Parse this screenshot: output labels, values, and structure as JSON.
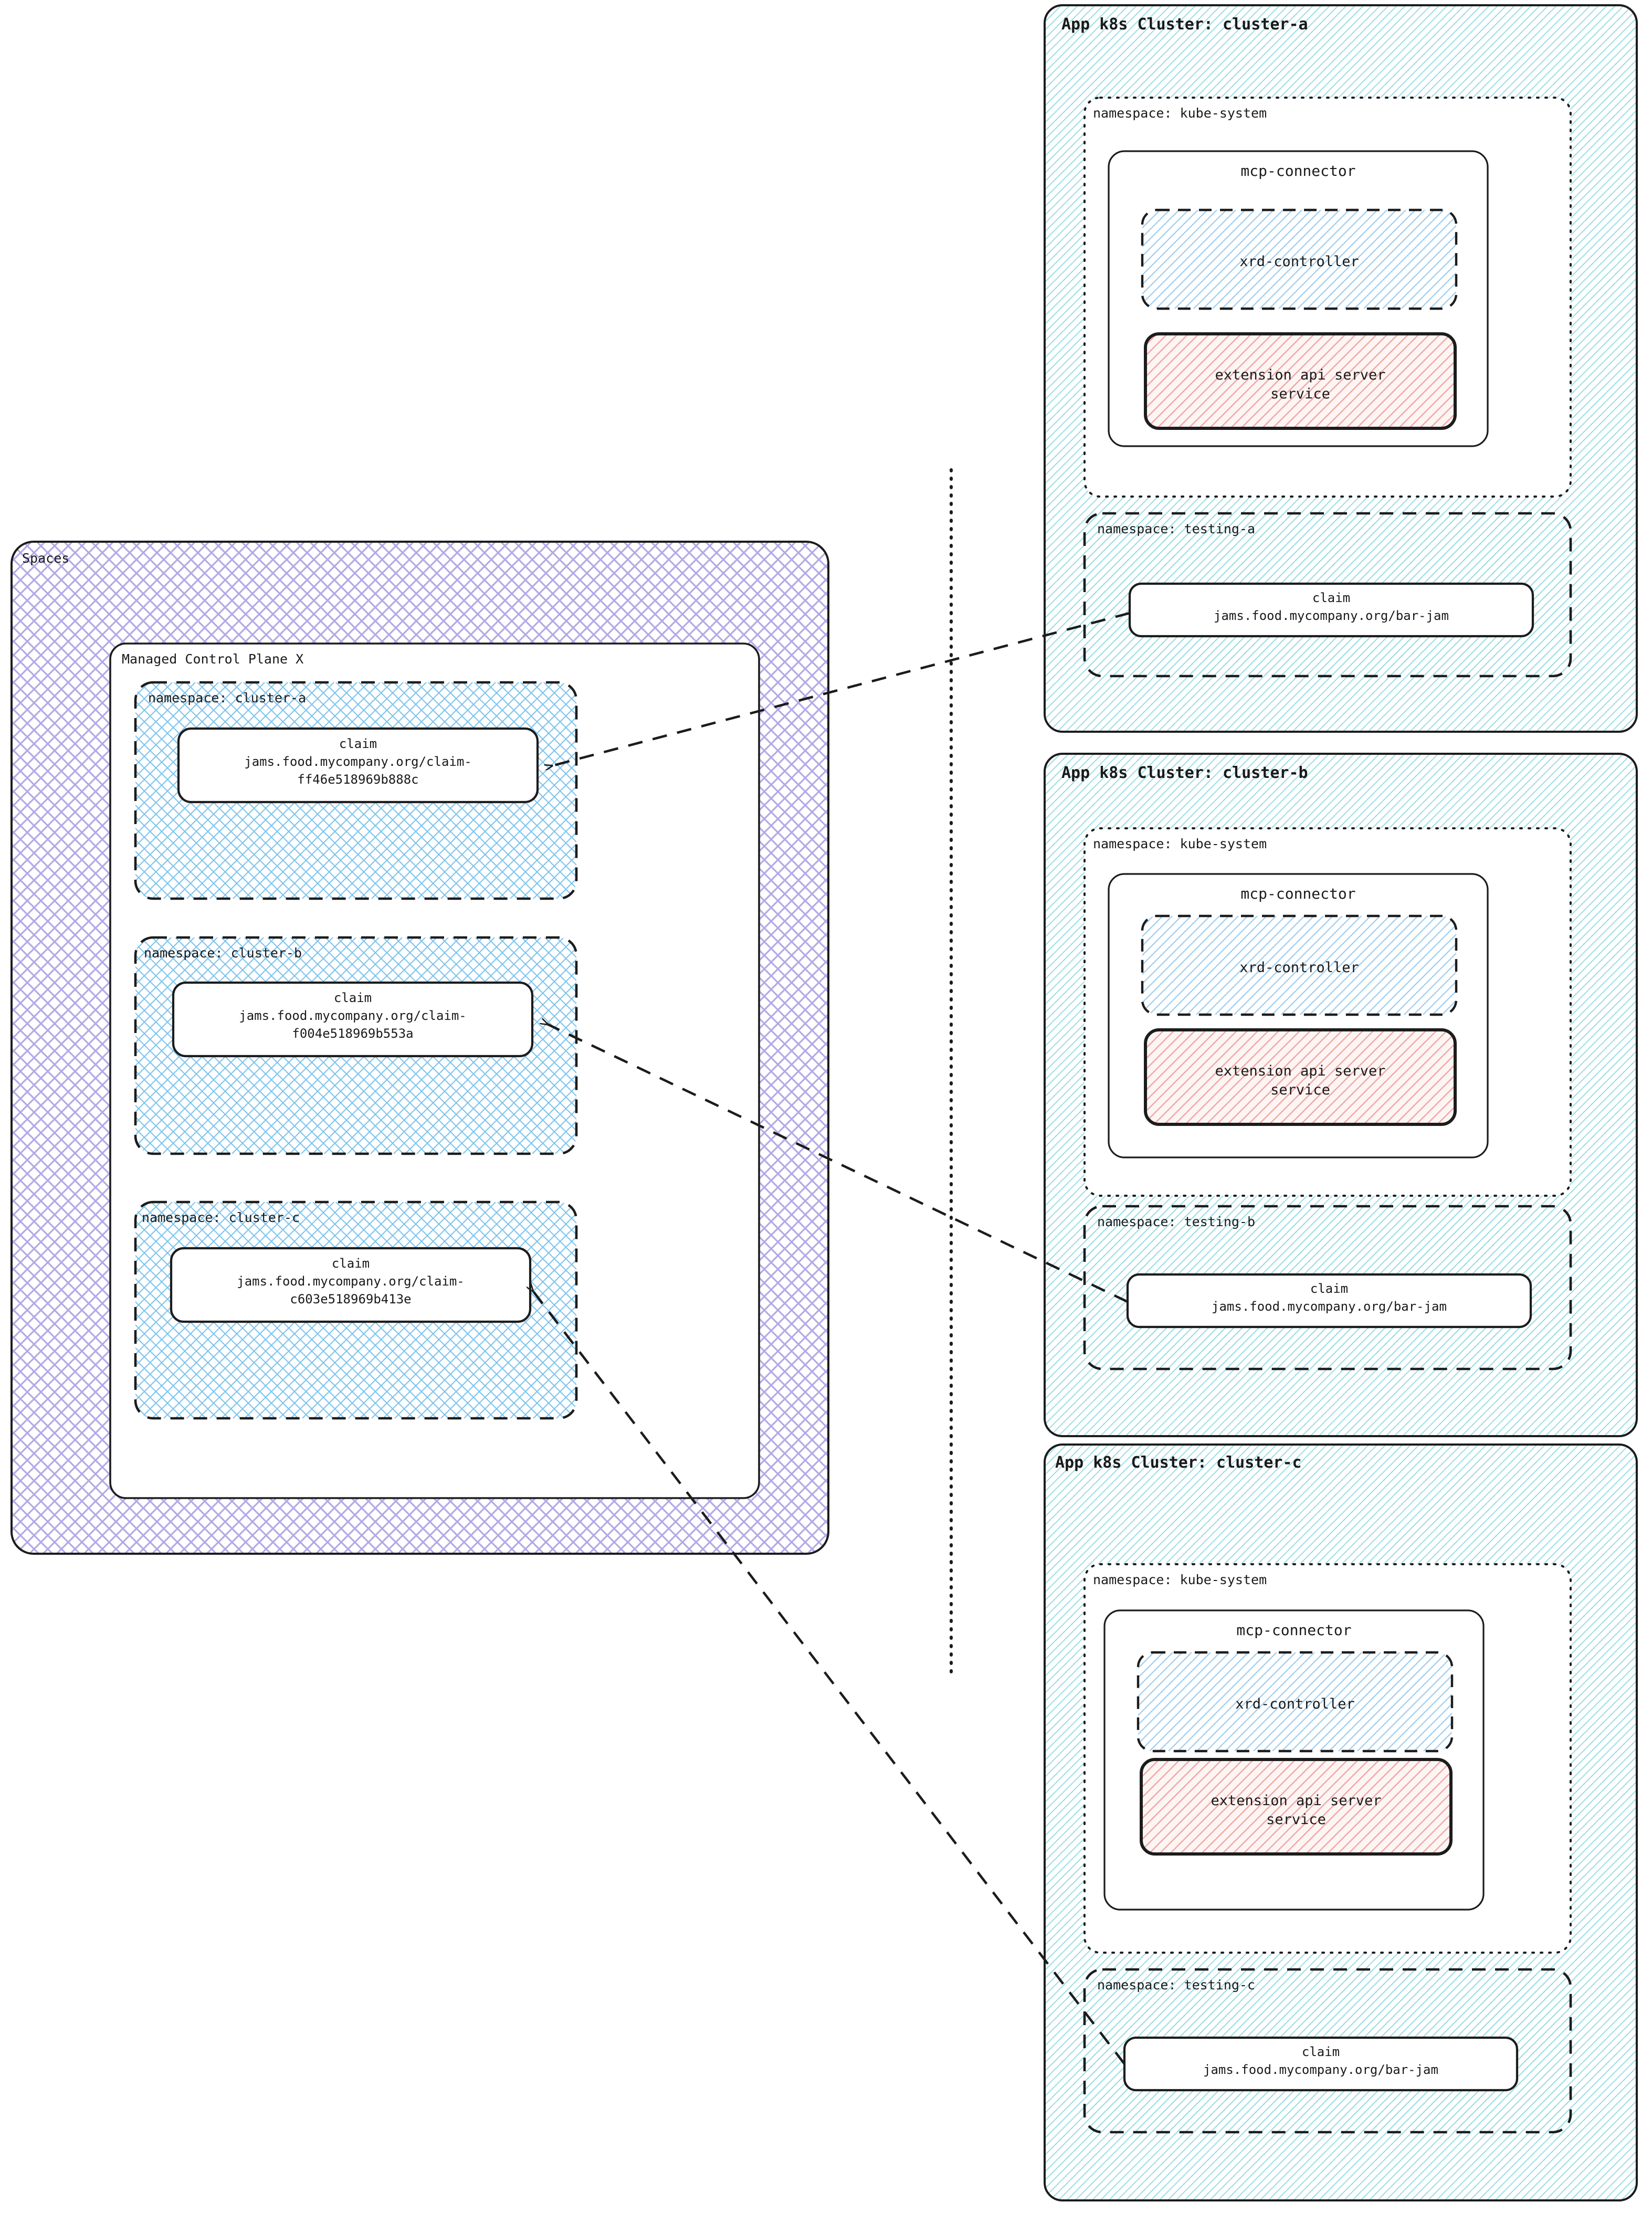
{
  "diagram": {
    "title_note": "Crossplane Spaces / MCP connector topology",
    "spaces": {
      "label": "Spaces",
      "fill_hatch_color": "#b9b0e8",
      "managed_control_plane": {
        "label": "Managed Control Plane X",
        "namespaces": [
          {
            "label": "namespace: cluster-a",
            "claim": {
              "kind": "claim",
              "name": "jams.food.mycompany.org/claim-",
              "name2": "ff46e518969b888c"
            }
          },
          {
            "label": "namespace: cluster-b",
            "claim": {
              "kind": "claim",
              "name": "jams.food.mycompany.org/claim-",
              "name2": "f004e518969b553a"
            }
          },
          {
            "label": "namespace: cluster-c",
            "claim": {
              "kind": "claim",
              "name": "jams.food.mycompany.org/claim-",
              "name2": "c603e518969b413e"
            }
          }
        ]
      }
    },
    "clusters": [
      {
        "label": "App k8s Cluster: cluster-a",
        "system_namespace": {
          "label": "namespace: kube-system",
          "connector": {
            "label": "mcp-connector",
            "controller": {
              "label": "xrd-controller"
            },
            "api_server": {
              "label_line1": "extension api server",
              "label_line2": "service"
            }
          }
        },
        "testing_namespace": {
          "label": "namespace: testing-a",
          "claim": {
            "kind": "claim",
            "name": "jams.food.mycompany.org/bar-jam"
          }
        }
      },
      {
        "label": "App k8s Cluster: cluster-b",
        "system_namespace": {
          "label": "namespace: kube-system",
          "connector": {
            "label": "mcp-connector",
            "controller": {
              "label": "xrd-controller"
            },
            "api_server": {
              "label_line1": "extension api server",
              "label_line2": "service"
            }
          }
        },
        "testing_namespace": {
          "label": "namespace: testing-b",
          "claim": {
            "kind": "claim",
            "name": "jams.food.mycompany.org/bar-jam"
          }
        }
      },
      {
        "label": "App k8s Cluster: cluster-c",
        "system_namespace": {
          "label": "namespace: kube-system",
          "connector": {
            "label": "mcp-connector",
            "controller": {
              "label": "xrd-controller"
            },
            "api_server": {
              "label_line1": "extension api server",
              "label_line2": "service"
            }
          }
        },
        "testing_namespace": {
          "label": "namespace: testing-c",
          "claim": {
            "kind": "claim",
            "name": "jams.food.mycompany.org/bar-jam"
          }
        }
      }
    ],
    "colors": {
      "spaces_hatch": "#b4a9e6",
      "cluster_hatch": "#8fd9e0",
      "namespace_hatch": "#7ec4ee",
      "api_server_hatch": "#f09a9a",
      "api_server_fill": "#fdf3f2",
      "stroke": "#1c1c1c"
    }
  }
}
